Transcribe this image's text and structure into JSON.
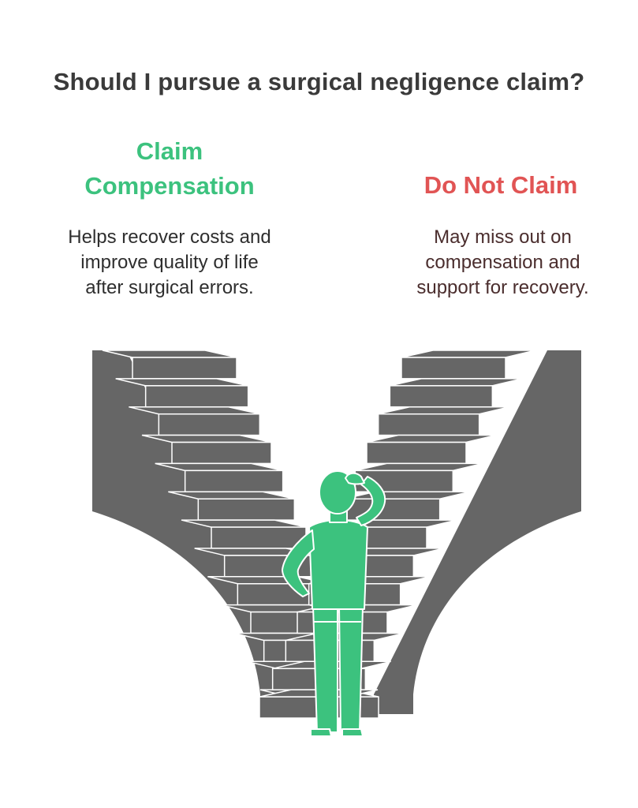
{
  "question": "Should I pursue a surgical negligence claim?",
  "options": [
    {
      "title_lines": [
        "Claim",
        "Compensation"
      ],
      "description_lines": [
        "Helps recover costs and",
        "improve quality of life",
        "after surgical errors."
      ],
      "color": "#3cc27e"
    },
    {
      "title_lines": [
        "Do Not Claim"
      ],
      "description_lines": [
        "May miss out on",
        "compensation and",
        "support for recovery."
      ],
      "color": "#e15454"
    }
  ],
  "colors": {
    "stair_dark": "#666666",
    "stair_edge": "#ffffff",
    "person": "#3cc27e",
    "person_outline": "#ffffff"
  },
  "icons": [
    "staircase-left",
    "staircase-right",
    "thinking-person-icon"
  ]
}
